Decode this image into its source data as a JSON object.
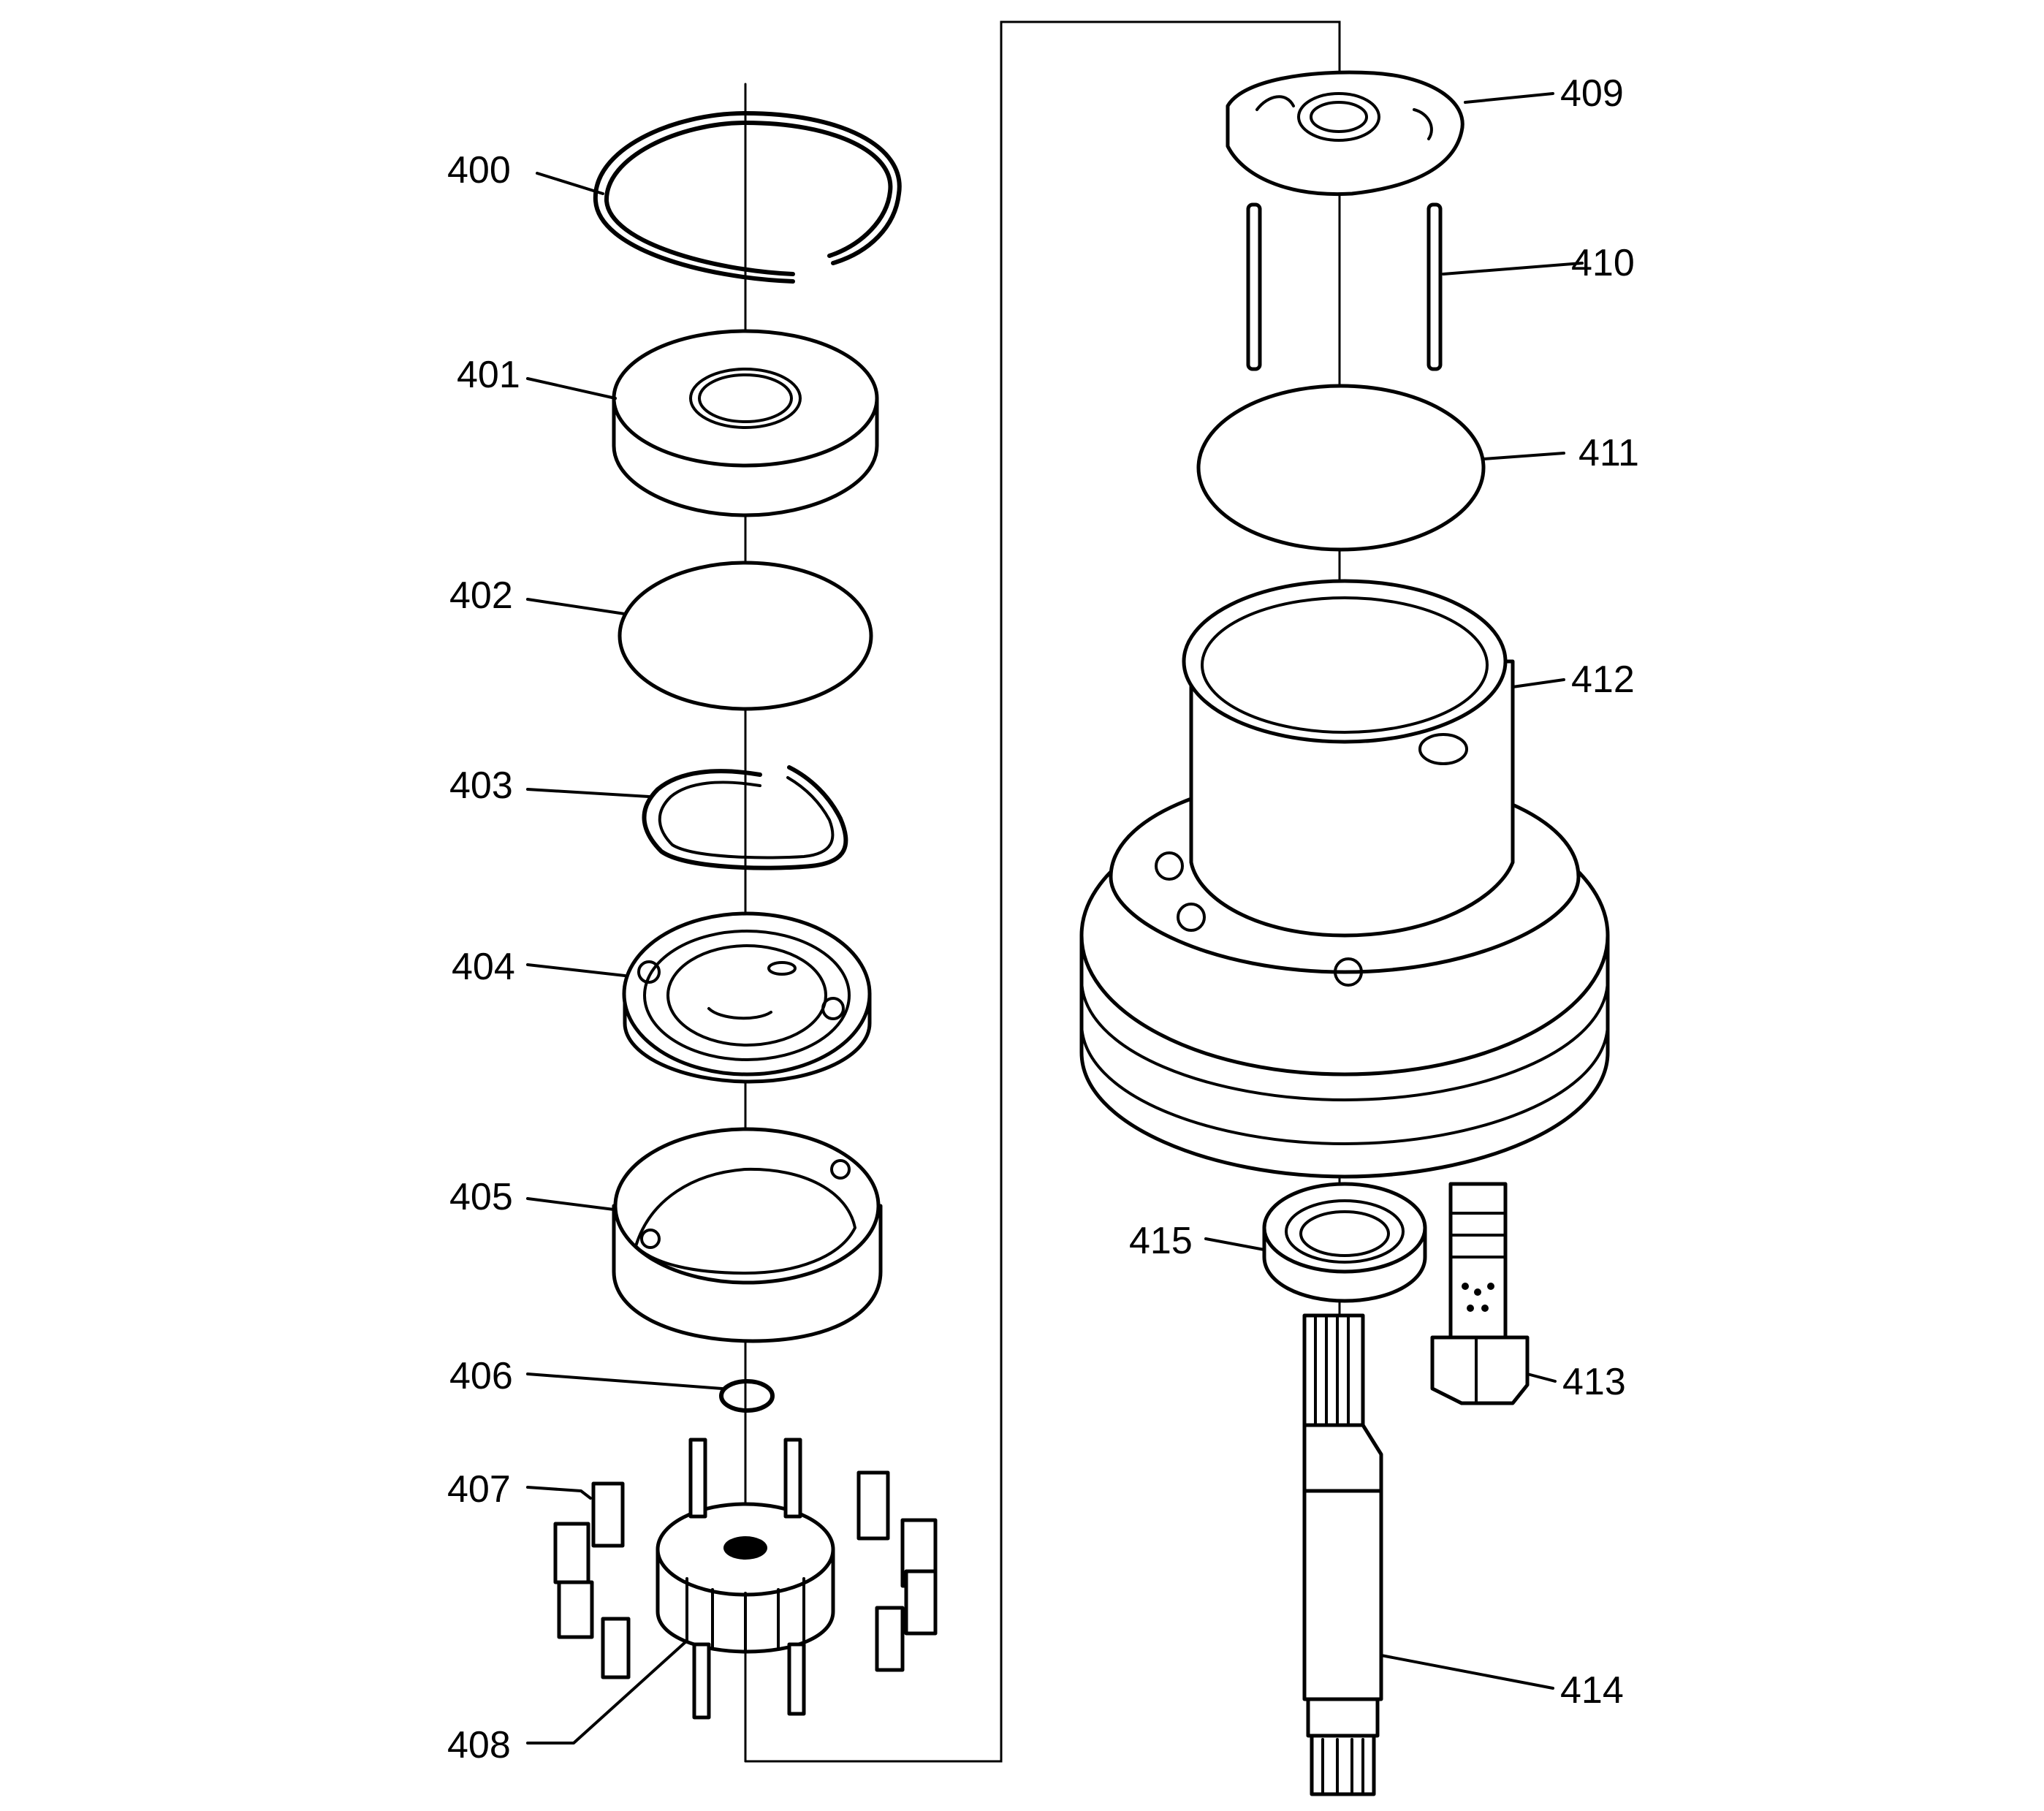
{
  "callouts": {
    "c400": "400",
    "c401": "401",
    "c402": "402",
    "c403": "403",
    "c404": "404",
    "c405": "405",
    "c406": "406",
    "c407": "407",
    "c408": "408",
    "c409": "409",
    "c410": "410",
    "c411": "411",
    "c412": "412",
    "c413": "413",
    "c414": "414",
    "c415": "415"
  },
  "colors": {
    "line": "#000000",
    "background": "#ffffff"
  }
}
